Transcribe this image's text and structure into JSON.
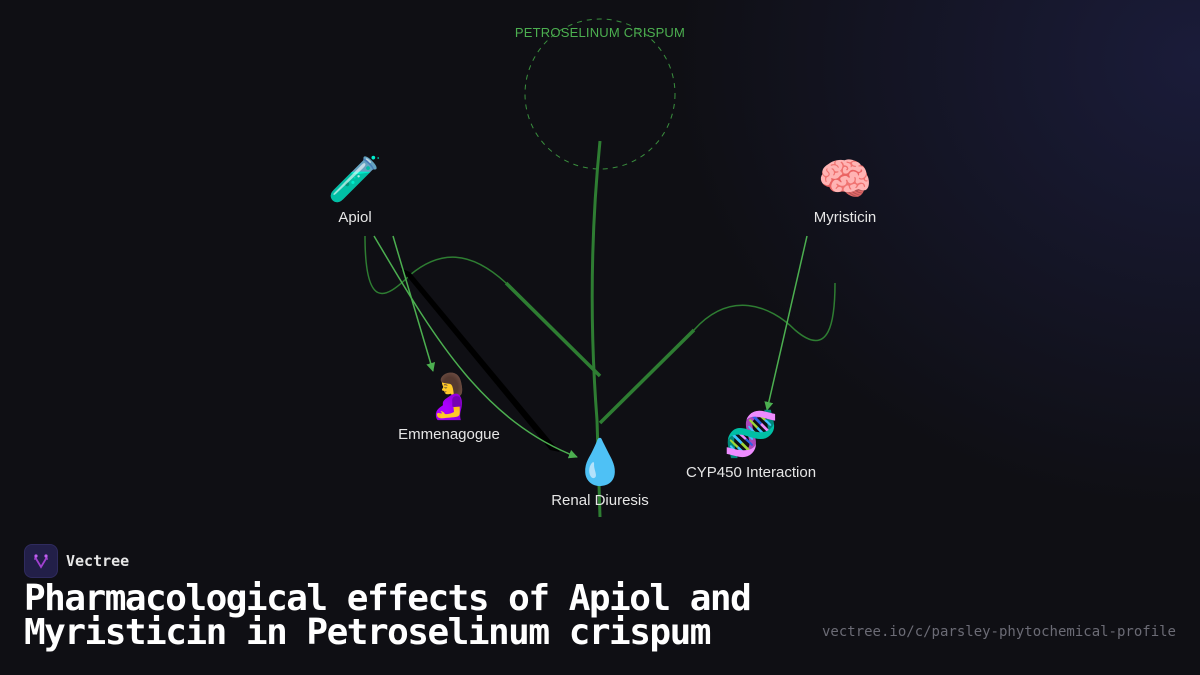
{
  "diagram": {
    "root": {
      "label": "PETROSELINUM CRISPUM"
    },
    "nodes": [
      {
        "id": "apiol",
        "label": "Apiol",
        "icon": "🧪",
        "icon_name": "test-tube-icon"
      },
      {
        "id": "myristicin",
        "label": "Myristicin",
        "icon": "🧠",
        "icon_name": "brain-icon"
      },
      {
        "id": "emmenagogue",
        "label": "Emmenagogue",
        "icon": "🤰",
        "icon_name": "pregnant-woman-icon"
      },
      {
        "id": "renal",
        "label": "Renal Diuresis",
        "icon": "💧",
        "icon_name": "droplet-icon"
      },
      {
        "id": "cyp450",
        "label": "CYP450 Interaction",
        "icon": "🧬",
        "icon_name": "dna-icon"
      }
    ],
    "edges": [
      {
        "from": "apiol",
        "to": "emmenagogue"
      },
      {
        "from": "apiol",
        "to": "renal"
      },
      {
        "from": "myristicin",
        "to": "cyp450"
      }
    ],
    "colors": {
      "edge": "#4caf50",
      "branch": "#2e7d32",
      "background": "#0f0f14"
    }
  },
  "brand": {
    "name": "Vectree"
  },
  "title": {
    "line1": "Pharmacological effects of Apiol and",
    "line2": "Myristicin in Petroselinum crispum"
  },
  "footer": {
    "url": "vectree.io/c/parsley-phytochemical-profile"
  }
}
